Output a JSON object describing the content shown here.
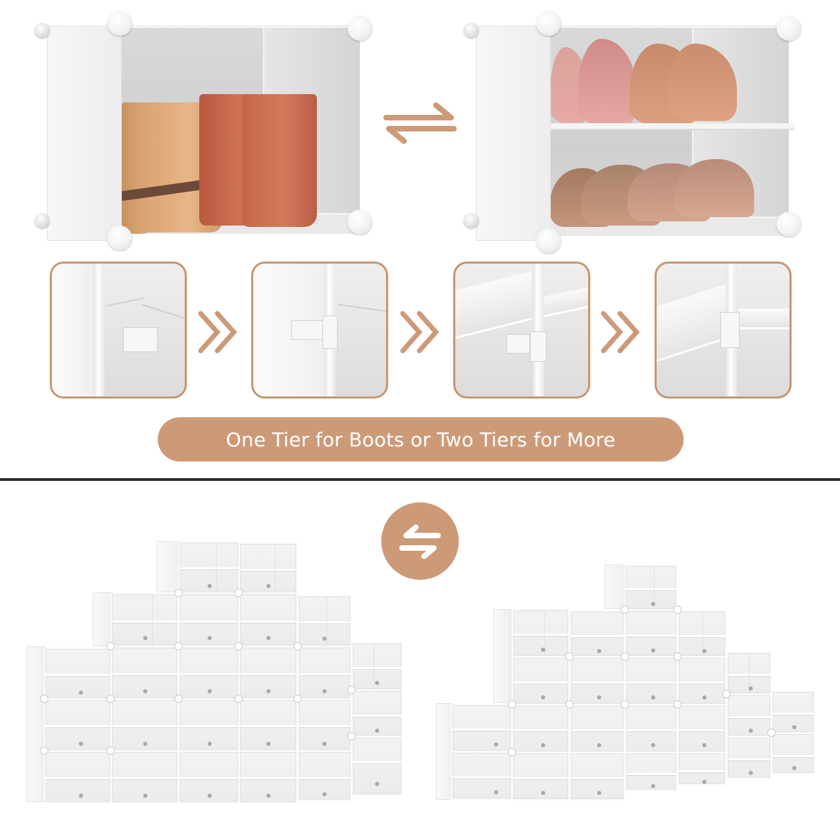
{
  "banner": {
    "text": "One Tier for Boots or Two Tiers for More"
  },
  "icons": {
    "top_swap": "swap-arrows-icon",
    "bottom_swap": "swap-circle-icon",
    "step_next": "double-chevron-right-icon"
  },
  "colors": {
    "accent": "#cd9a78",
    "step_border": "#c8956f",
    "divider": "#2b2b2b",
    "background": "#ffffff"
  },
  "top_section": {
    "left_rack": {
      "config": "one-tier",
      "contents": [
        "tan strapped ankle boot",
        "tan strapped ankle boot",
        "rust zip ankle boot",
        "rust zip ankle boot"
      ]
    },
    "right_rack": {
      "config": "two-tier",
      "upper_contents": [
        "pink pump",
        "pink pump",
        "nude pump",
        "nude pump"
      ],
      "lower_contents": [
        "brown lace-up oxford",
        "brown lace-up oxford",
        "brown buckle loafer",
        "brown buckle loafer"
      ]
    }
  },
  "steps": [
    {
      "index": 1,
      "description": "hook clip near corner"
    },
    {
      "index": 2,
      "description": "clip attached to pole"
    },
    {
      "index": 3,
      "description": "shelf approaching clip"
    },
    {
      "index": 4,
      "description": "shelf locked into clip"
    }
  ],
  "bottom_section": {
    "left_stack": {
      "columns": 6,
      "cube_rows_by_column": [
        3,
        4,
        5,
        5,
        4,
        3
      ]
    },
    "right_stack": {
      "columns": 7,
      "cube_rows_by_column": [
        2,
        4,
        4,
        5,
        4,
        3,
        2
      ]
    }
  }
}
